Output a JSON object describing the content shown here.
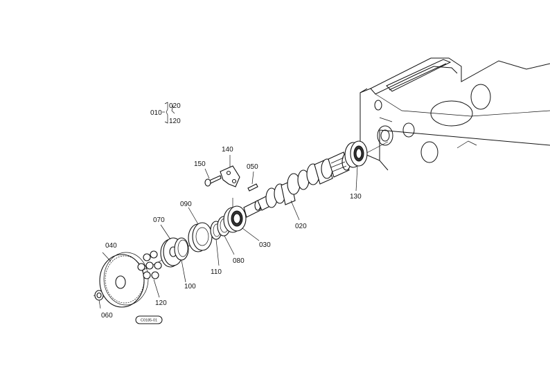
{
  "callouts": {
    "c010": "010",
    "c020_top": "020",
    "c120_top": "120",
    "c020": "020",
    "c030": "030",
    "c040": "040",
    "c050": "050",
    "c060": "060",
    "c070": "070",
    "c080": "080",
    "c090": "090",
    "c100": "100",
    "c110": "110",
    "c120": "120",
    "c130": "130",
    "c140": "140",
    "c150": "150"
  },
  "diagram_id": "C0185-01"
}
